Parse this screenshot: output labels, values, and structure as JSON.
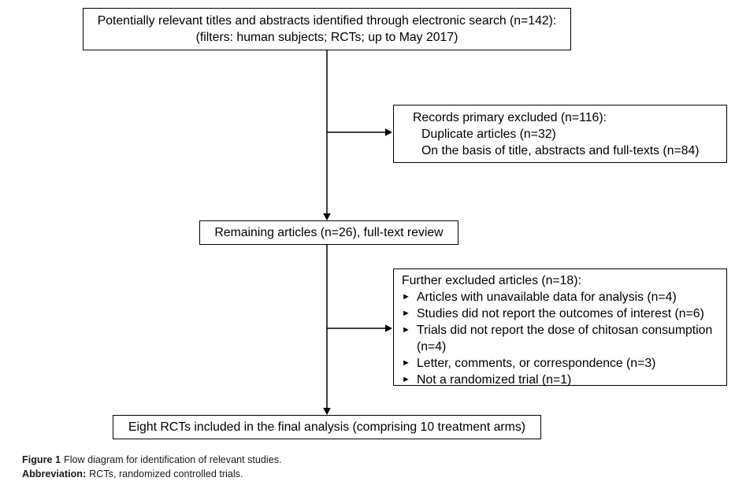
{
  "diagram": {
    "bullet_glyph": "►",
    "colors": {
      "background": "#ffffff",
      "border": "#000000",
      "text": "#000000"
    },
    "boxes": {
      "identified": {
        "line1": "Potentially relevant titles and abstracts identified through electronic search (n=142):",
        "line2": "(filters: human subjects; RCTs; up to May 2017)"
      },
      "primary_excluded": {
        "header": "Records primary excluded (n=116):",
        "items": [
          "Duplicate articles (n=32)",
          "On the basis of title, abstracts and full-texts (n=84)"
        ]
      },
      "remaining": {
        "text": "Remaining articles (n=26), full-text review"
      },
      "further_excluded": {
        "header": "Further excluded articles (n=18):",
        "items": [
          "Articles with unavailable data for analysis (n=4)",
          "Studies did not report the outcomes of interest (n=6)",
          "Trials did not report the dose of chitosan consumption (n=4)",
          "Letter, comments, or correspondence (n=3)",
          "Not a randomized trial (n=1)"
        ]
      },
      "final": {
        "text": "Eight RCTs included in the final analysis (comprising 10 treatment arms)"
      }
    }
  },
  "caption": {
    "figure_label": "Figure 1",
    "figure_text": "Flow diagram for identification of relevant studies.",
    "abbreviation_label": "Abbreviation:",
    "abbreviation_text": "RCTs, randomized controlled trials."
  }
}
